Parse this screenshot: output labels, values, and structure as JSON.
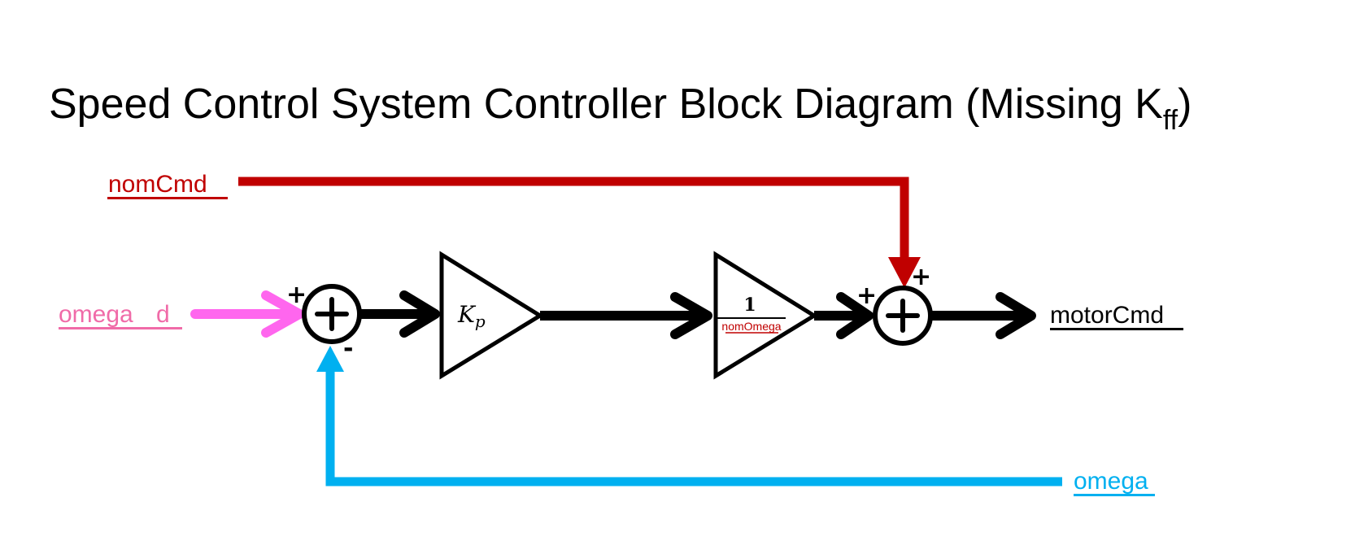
{
  "title": {
    "main": "Speed Control System Controller Block Diagram (Missing K",
    "subscript": "ff",
    "close": ")"
  },
  "signals": {
    "nomCmd": {
      "label": "nomCmd",
      "color": "#c00000"
    },
    "omega_d": {
      "label": "omega_d",
      "color": "#ff66cc",
      "text_color": "#f06ba8"
    },
    "omega": {
      "label": "omega",
      "color": "#00b0f0"
    },
    "motorCmd": {
      "label": "motorCmd",
      "color": "#000000"
    }
  },
  "blocks": {
    "gain_kp": {
      "symbol": "K",
      "subscript": "p"
    },
    "gain_inverse": {
      "numerator": "1",
      "denominator": "nomOmega",
      "denominator_color": "#c00000"
    }
  },
  "junctions": {
    "error_sum": {
      "symbol": "+",
      "input_signs": {
        "omega_d": "+",
        "omega": "-"
      }
    },
    "output_sum": {
      "symbol": "+",
      "input_signs": {
        "forward": "+",
        "nomCmd": "+"
      }
    }
  }
}
